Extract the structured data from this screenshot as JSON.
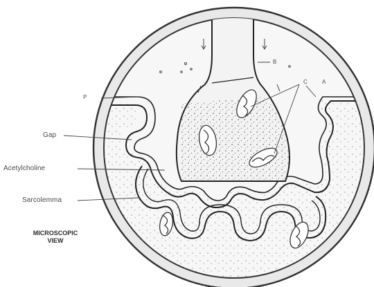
{
  "labels": {
    "gap": "Gap",
    "acetylcholine": "Acetylcholine",
    "sarcolemma": "Sarcolemma",
    "p": "P",
    "b": "B",
    "c": "C",
    "a": "A"
  },
  "caption": {
    "line1": "MICROSCOPIC",
    "line2": "VIEW"
  }
}
